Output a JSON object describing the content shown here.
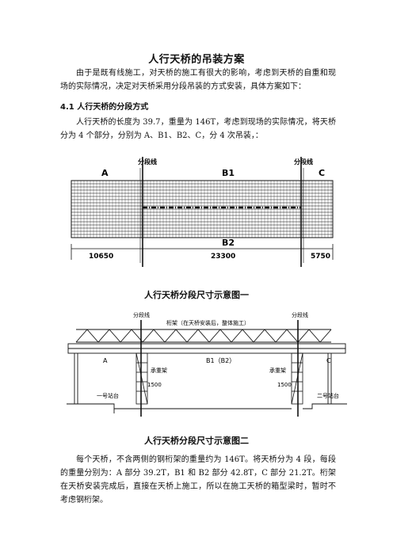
{
  "title": "人行天桥的吊装方案",
  "intro": "由于是既有线施工，对天桥的施工有很大的影响，考虑到天桥的自重和现场的实际情况，决定对天桥采用分段吊装的方式安装，具体方案如下：",
  "section": {
    "heading": "4.1 人行天桥的分段方式",
    "text": "人行天桥的长度为 39.7，重量为 146T，考虑到现场的实际情况，将天桥分为 4 个部分，分别为 A、B1、B2、C，分 4 次吊装，："
  },
  "figure1": {
    "caption": "人行天桥分段尺寸示意图一",
    "split_label": "分段线",
    "segments": [
      "A",
      "B1",
      "B2",
      "C"
    ],
    "dimensions": [
      "10650",
      "23300",
      "5750"
    ]
  },
  "figure2": {
    "caption": "人行天桥分段尺寸示意图二",
    "split_label": "分段线",
    "truss_label": "桁架（在天桥安装后，整体施工）",
    "seg_a": "A",
    "seg_b": "B1（B2）",
    "seg_c": "C",
    "support_label": "承重架",
    "support_dim": "1500",
    "platform_1": "一号站台",
    "platform_2": "二号站台"
  },
  "closing": "每个天桥，不含两侧的钢桁架的重量约为 146T。将天桥分为 4 段，每段的重量分别为：A 部分 39.2T，B1 和 B2 部分 42.8T，C 部分 21.2T。桁架在天桥安装完成后，直接在天桥上施工，所以在施工天桥的箱型梁时，暂时不考虑钢桁架。"
}
